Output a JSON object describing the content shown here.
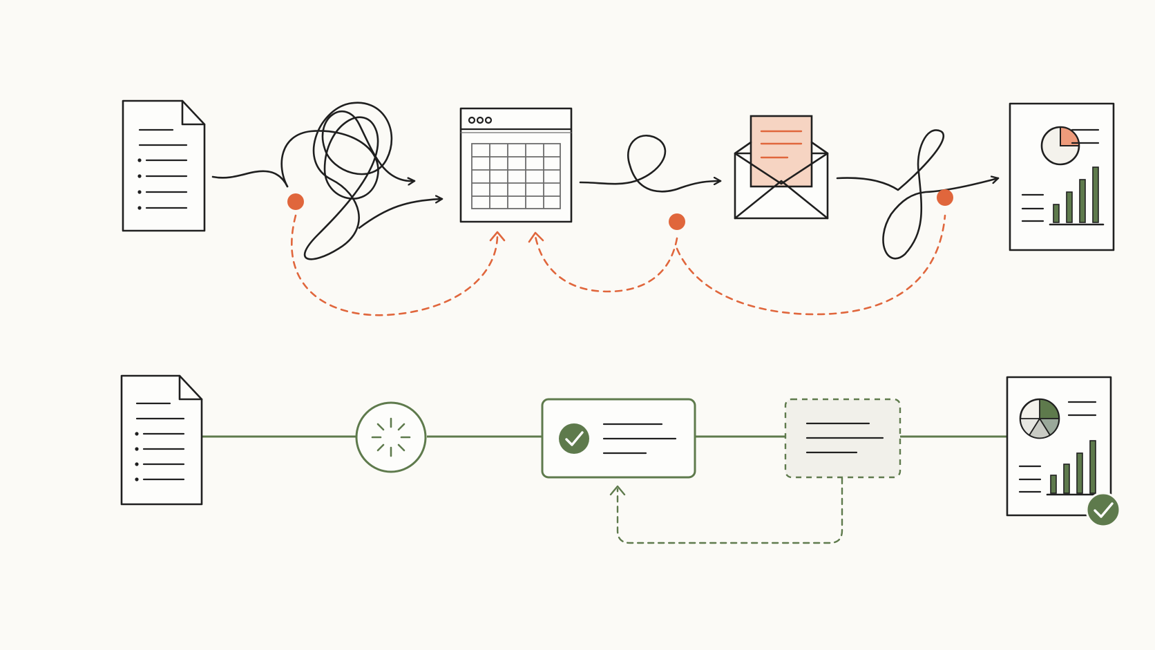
{
  "colors": {
    "background": "#fbfaf6",
    "ink": "#1f1f1f",
    "accent_orange": "#e0663c",
    "accent_peach": "#f6d4c2",
    "accent_green": "#5e7a4c",
    "placeholder_fill": "#f1f0ea"
  },
  "rows": [
    {
      "id": "chaotic",
      "nodes": [
        "document-icon",
        "tangled-path",
        "spreadsheet-icon",
        "loop-path",
        "envelope-icon",
        "figure-eight-path",
        "report-icon"
      ],
      "error_points": 3
    },
    {
      "id": "streamlined",
      "nodes": [
        "document-icon",
        "processing-icon",
        "validated-card",
        "pending-card",
        "verified-report-icon"
      ],
      "feedback_loops": 1
    }
  ]
}
